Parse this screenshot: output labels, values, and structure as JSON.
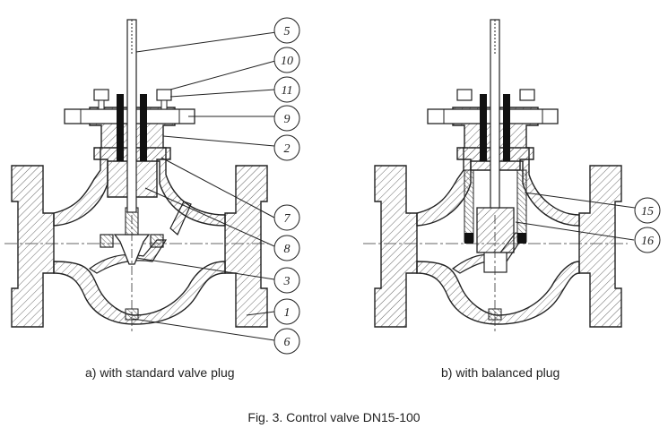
{
  "figure": {
    "caption": "Fig. 3. Control valve DN15-100",
    "panels": [
      {
        "caption": "a) with standard valve plug",
        "callouts": [
          "5",
          "10",
          "11",
          "9",
          "2",
          "7",
          "8",
          "3",
          "1",
          "6"
        ]
      },
      {
        "caption": "b) with balanced plug",
        "callouts": [
          "15",
          "16"
        ]
      }
    ]
  }
}
